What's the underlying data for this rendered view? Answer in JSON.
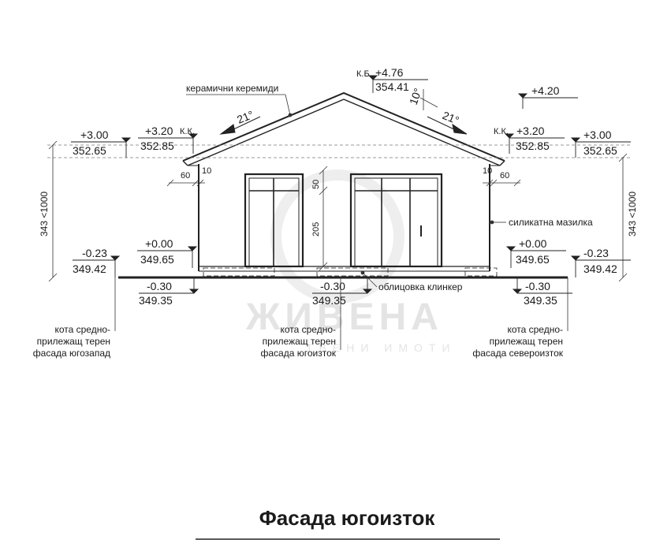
{
  "drawing": {
    "title": "Фасада югоизток",
    "watermark": {
      "name": "ЖИВЕНА",
      "sub": "ТВЕНИ ИМОТИ"
    },
    "materials": {
      "roof": "керамични керемиди",
      "wall": "силикатна мазилка",
      "plinth": "облицовка клинкер"
    },
    "ridge": {
      "tag": "К.Б.",
      "rel": "+4.76",
      "abs": "354.41"
    },
    "right_top": {
      "rel": "+4.20"
    },
    "roof_slope_left": "21°",
    "roof_slope_right": "21°",
    "roof_angle_small": "10°",
    "eaves_left": {
      "tag": "К.К.",
      "rel": "+3.20",
      "abs": "352.85"
    },
    "eaves_right": {
      "tag": "К.К.",
      "rel": "+3.20",
      "abs": "352.85"
    },
    "wall_top_left": {
      "rel": "+3.00",
      "abs": "352.65"
    },
    "wall_top_right": {
      "rel": "+3.00",
      "abs": "352.65"
    },
    "overhang": {
      "left_a": "60",
      "left_b": "10",
      "right_a": "10",
      "right_b": "60"
    },
    "window_dims": {
      "lintel": "50",
      "height": "205"
    },
    "vertical_dims": {
      "left": "343 <1000",
      "right": "343 <1000"
    },
    "floor_left": {
      "rel": "+0.00",
      "abs": "349.65"
    },
    "floor_right": {
      "rel": "+0.00",
      "abs": "349.65"
    },
    "ground_left": {
      "rel": "-0.23",
      "abs": "349.42"
    },
    "ground_right": {
      "rel": "-0.23",
      "abs": "349.42"
    },
    "terrain_left": {
      "rel": "-0.30",
      "abs": "349.35"
    },
    "terrain_mid": {
      "rel": "-0.30",
      "abs": "349.35"
    },
    "terrain_right": {
      "rel": "-0.30",
      "abs": "349.35"
    },
    "notes": {
      "left": [
        "кота средно-",
        "прилежащ терен",
        "фасада югозапад"
      ],
      "mid": [
        "кота средно-",
        "прилежащ терен",
        "фасада югоизток"
      ],
      "right": [
        "кота средно-",
        "прилежащ терен",
        "фасада североизток"
      ]
    }
  }
}
